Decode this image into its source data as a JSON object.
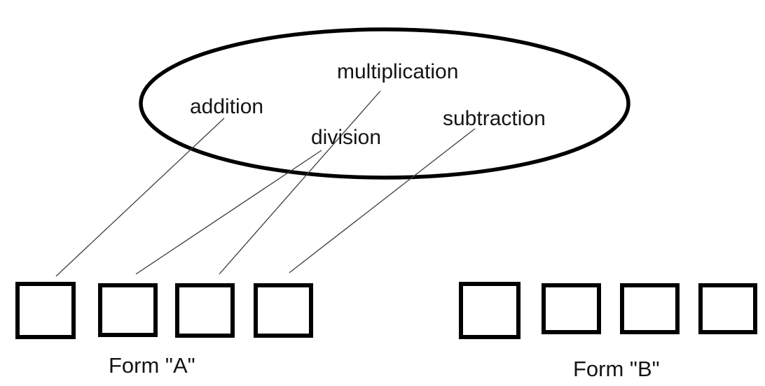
{
  "diagram": {
    "background_color": "#ffffff",
    "shape_color": "#000000",
    "connector_color": "#3d3d3d",
    "operations": {
      "addition": "addition",
      "multiplication": "multiplication",
      "division": "division",
      "subtraction": "subtraction"
    },
    "form_a": {
      "label": "Form \"A\"",
      "box_count": 4
    },
    "form_b": {
      "label": "Form \"B\"",
      "box_count": 4
    },
    "connections": [
      {
        "operation": "addition",
        "target": "form-a-box-1"
      },
      {
        "operation": "division",
        "target": "form-a-box-2"
      },
      {
        "operation": "multiplication",
        "target": "form-a-box-3"
      },
      {
        "operation": "subtraction",
        "target": "form-a-box-4"
      }
    ]
  }
}
